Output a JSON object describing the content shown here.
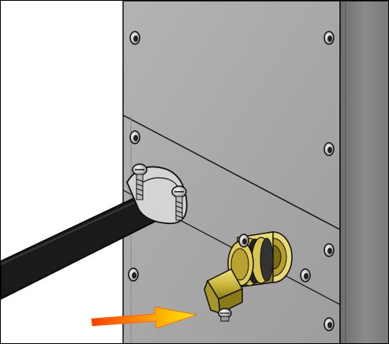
{
  "figure": {
    "kind": "technical-illustration",
    "subject": "cable-clamp-and-angled-connector-on-panel",
    "arrow_target": "angled-connector-screw"
  },
  "colors": {
    "background": "#ffffff",
    "panel": "#a9a9a9",
    "panel_dark": "#8e8e8e",
    "side_wall": "#7d7d7d",
    "cable": "#1a1a1a",
    "brass": "#c8b43a",
    "brass_dark": "#8a7a18",
    "arrow_start": "#ff3b00",
    "arrow_end": "#ffee00",
    "outline": "#111111"
  }
}
